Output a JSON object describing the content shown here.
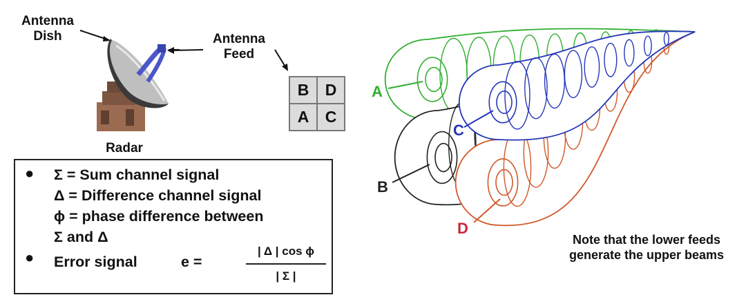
{
  "labels": {
    "antenna_dish": "Antenna\nDish",
    "antenna_feed": "Antenna\nFeed",
    "radar": "Radar"
  },
  "feed_grid": {
    "cells": [
      "B",
      "D",
      "A",
      "C"
    ]
  },
  "equations": {
    "sum_line": "Σ = Sum channel signal",
    "diff_line": "Δ = Difference channel signal",
    "phase_line": "ϕ = phase difference between",
    "phase_line2": "Σ and Δ",
    "error_label": "Error signal",
    "error_eq": "e =",
    "numerator": "| Δ | cos ϕ",
    "denominator": "| Σ |"
  },
  "beams": {
    "A": {
      "label": "A",
      "color": "#2fae2f"
    },
    "B": {
      "label": "B",
      "color": "#222222"
    },
    "C": {
      "label": "C",
      "color": "#2436b8"
    },
    "D": {
      "label": "D",
      "color": "#d0582a"
    }
  },
  "note": "Note that the lower feeds generate the upper beams"
}
